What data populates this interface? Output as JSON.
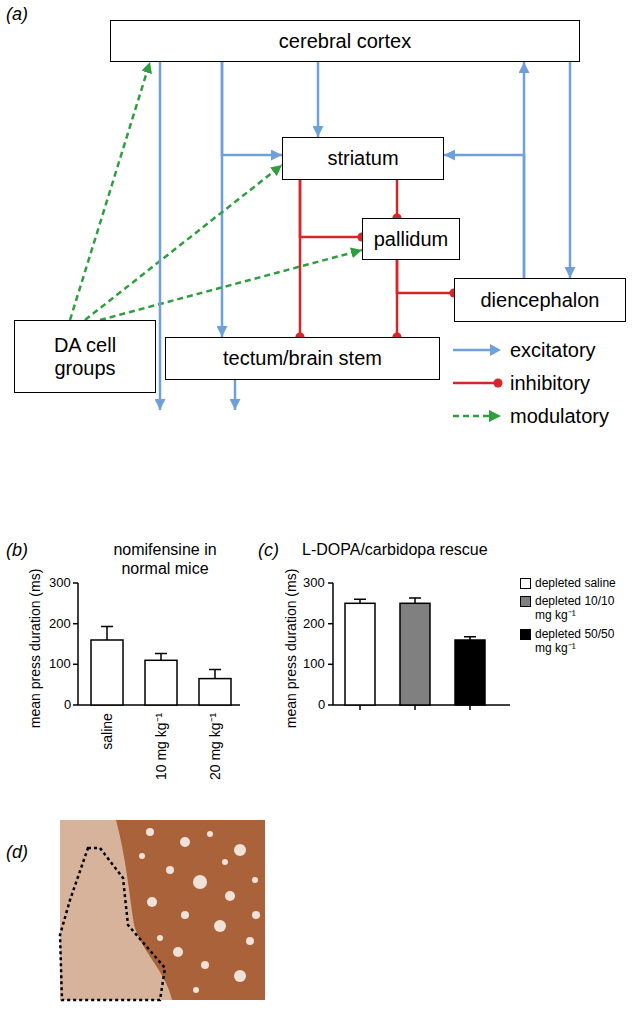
{
  "diagram": {
    "nodes": [
      {
        "text": [
          "cerebral cortex"
        ]
      },
      {
        "text": [
          "striatum"
        ]
      },
      {
        "text": [
          "pallidum"
        ]
      },
      {
        "text": [
          "diencephalon"
        ]
      },
      {
        "text": [
          "DA cell groups"
        ]
      },
      {
        "text": [
          "tectum/brain stem"
        ]
      }
    ],
    "edges": [
      {
        "from": 0,
        "to": 1,
        "arrow": "to"
      },
      {
        "from": 0,
        "to": 1,
        "arrow": "to"
      },
      {
        "from": 0,
        "to": 5,
        "arrow": "to"
      },
      {
        "from": 0,
        "to": 3,
        "arrow": "to"
      },
      {
        "from": 3,
        "to": 0,
        "arrow": "to"
      },
      {
        "from": 3,
        "to": 1,
        "arrow": "to"
      },
      {
        "from": 1,
        "to": 2,
        "arrow": "to"
      },
      {
        "from": 1,
        "to": 2,
        "arrow": "to"
      },
      {
        "from": 1,
        "to": 5,
        "arrow": "to"
      },
      {
        "from": 2,
        "to": 5,
        "arrow": "to"
      },
      {
        "from": 2,
        "to": 3,
        "arrow": "to"
      },
      {
        "from": 4,
        "to": 0,
        "arrow": "to"
      },
      {
        "from": 4,
        "to": 1,
        "arrow": "to"
      },
      {
        "from": 4,
        "to": 2,
        "arrow": "to"
      }
    ],
    "labels": [
      "(a)",
      "(b)",
      "nomifensine in normal mice",
      "mean press duration (ms)",
      "300",
      "200",
      "100",
      "0",
      "saline",
      "10 mg kg⁻¹",
      "20 mg kg⁻¹",
      "(c)",
      "L-DOPA/carbidopa rescue",
      "mean press duration (ms)",
      "300",
      "200",
      "100",
      "0",
      "(d)"
    ],
    "legend": [
      {
        "text": "excitatory"
      },
      {
        "text": "inhibitory"
      },
      {
        "text": "modulatory"
      },
      {
        "text": "depleted saline",
        "color": "#ffffff"
      },
      {
        "text": "depleted 10/10 mg kg⁻¹",
        "color": "#808080"
      },
      {
        "text": "depleted 50/50 mg kg⁻¹",
        "color": "#000000"
      }
    ]
  }
}
